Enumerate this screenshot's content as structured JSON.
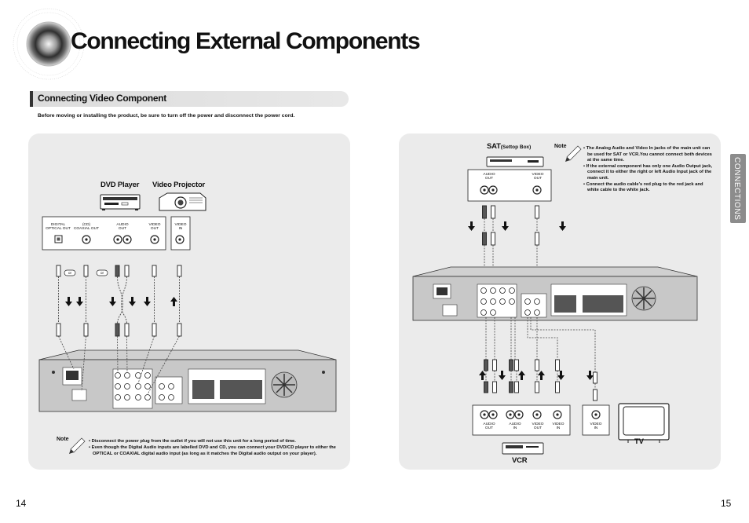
{
  "header": {
    "title": "Connecting External Components"
  },
  "section": {
    "title": "Connecting Video Component",
    "warning": "Before moving or installing the product, be sure to turn off the power and disconnect the power cord."
  },
  "left_panel": {
    "dvd_label": "DVD Player",
    "projector_label": "Video Projector",
    "jack_labels": {
      "digital_optical": "DIGITAL\nOPTICAL OUT",
      "coaxial": "(CD)\nCOAXIAL OUT",
      "audio_out": "AUDIO\nOUT",
      "video_out": "VIDEO\nOUT",
      "video_in": "VIDEO\nIN"
    },
    "or_1": "or",
    "or_2": "or",
    "note_word": "Note",
    "notes": [
      "• Disconnect the power plug from the outlet if you will not use this unit for a long period of time.",
      "• Even though the Digital Audio inputs are labelled DVD and CD, you can connect your DVD/CD player to either the OPTICAL or COAXIAL digital audio input (as long as it matches the Digital audio output on your player)."
    ]
  },
  "right_panel": {
    "sat_label": "SAT",
    "sat_sub": "(Settop Box)",
    "sat_jacks": {
      "audio_out": "AUDIO\nOUT",
      "video_out": "VIDEO\nOUT"
    },
    "note_word": "Note",
    "notes": [
      "• The Analog Audio and Video In jacks of the main unit can be used for SAT or VCR.You cannot connect both devices at the same time.",
      "• If the external component has only one Audio Output jack, connect it to either the right or left Audio Input jack of the main unit.",
      "• Connect the audio cable's red plug to the red jack and white cable to the white jack."
    ],
    "vcr_jacks": {
      "audio_out": "AUDIO\nOUT",
      "audio_in": "AUDIO\nIN",
      "video_out": "VIDEO\nOUT",
      "video_in": "VIDEO\nIN"
    },
    "tv_jack": "VIDEO\nIN",
    "vcr_label": "VCR",
    "tv_label": "TV"
  },
  "side_tab": "CONNECTIONS",
  "footer": {
    "page_left": "14",
    "page_right": "15"
  },
  "colors": {
    "panel_bg": "#ebebeb",
    "tab_bg": "#8c8c8c",
    "text": "#111111"
  }
}
